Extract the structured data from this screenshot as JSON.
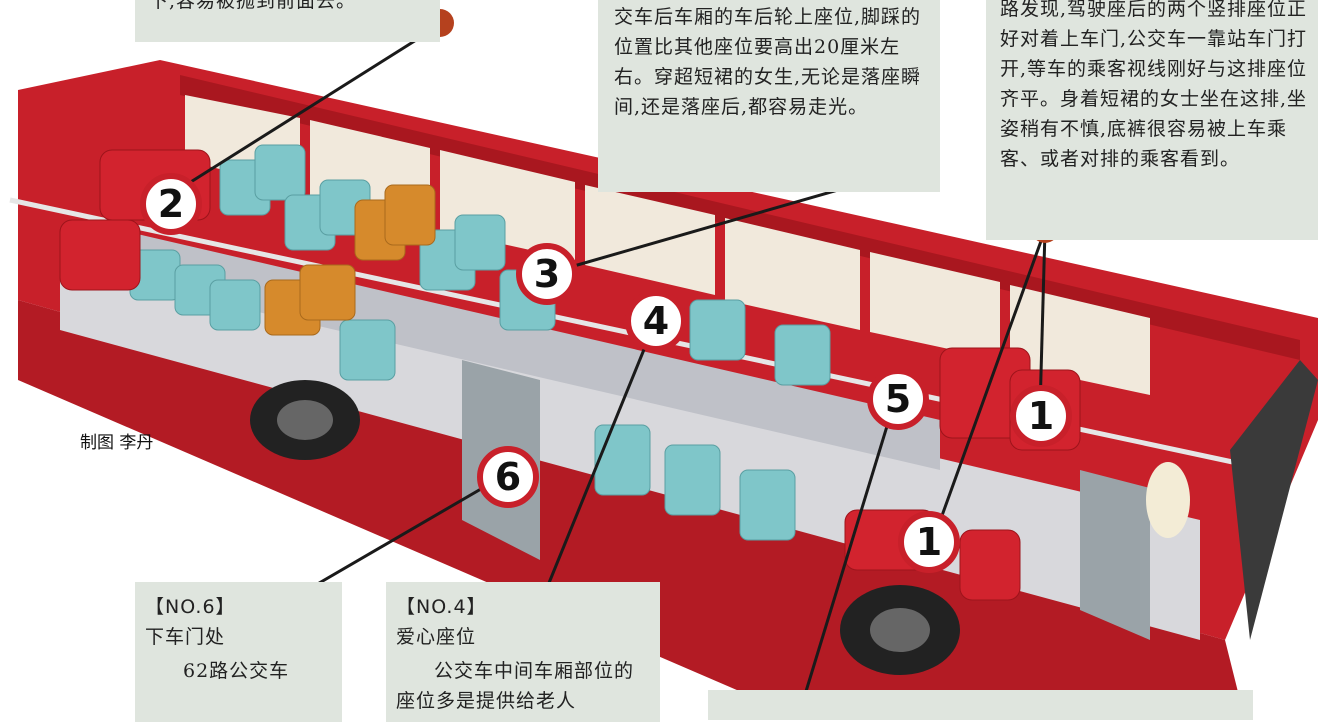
{
  "notes": {
    "top_left": "下,容易被抛到前面去。",
    "top_mid": "交车后车厢的车后轮上座位,脚踩的位置比其他座位要高出20厘米左右。穿超短裙的女生,无论是落座瞬间,还是落座后,都容易走光。",
    "top_right": "路发现,驾驶座后的两个竖排座位正好对着上车门,公交车一靠站车门打开,等车的乘客视线刚好与这排座位齐平。身着短裙的女士坐在这排,坐姿稍有不慎,底裤很容易被上车乘客、或者对排的乘客看到。"
  },
  "cards": {
    "no6": {
      "tag": "【NO.6】",
      "title": "下车门处",
      "body": "62路公交车"
    },
    "no4": {
      "tag": "【NO.4】",
      "title": "爱心座位",
      "body": "公交车中间车厢部位的座位多是提供给老人"
    }
  },
  "badges": {
    "b1": "1",
    "b2": "2",
    "b3": "3",
    "b4": "4",
    "b5": "5",
    "b6": "6",
    "b1b": "1"
  },
  "credit": "制图 李丹",
  "colors": {
    "bus_red": "#c8202a",
    "seat_teal": "#7fc6c9",
    "seat_orange": "#d68a2c",
    "dot": "#b5411e",
    "box_bg": "#dfe5de"
  }
}
